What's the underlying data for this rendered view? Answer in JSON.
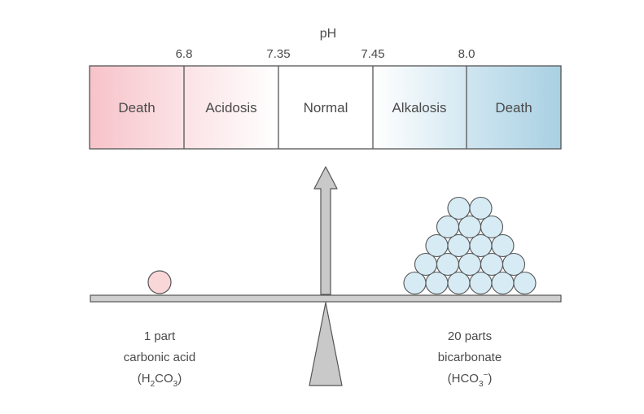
{
  "scale": {
    "title": "pH",
    "ticks": [
      "6.8",
      "7.35",
      "7.45",
      "8.0"
    ],
    "zones": [
      "Death",
      "Acidosis",
      "Normal",
      "Alkalosis",
      "Death"
    ]
  },
  "left_side": {
    "line1": "1 part",
    "line2": "carbonic acid",
    "formula": {
      "open": "(H",
      "sub1": "2",
      "mid": "CO",
      "sub2": "3",
      "close": ")"
    },
    "ball_count": 1
  },
  "right_side": {
    "line1": "20 parts",
    "line2": "bicarbonate",
    "formula": {
      "open": "(HCO",
      "sub": "3",
      "sup": "−",
      "close": ")"
    },
    "pyramid_rows": [
      6,
      5,
      4,
      3,
      2
    ]
  },
  "colors": {
    "death_acid": "#f7c8cd",
    "death_base": "#b5d6e6",
    "beam": "#cfcfcf",
    "ball_left": "#f9d6d8",
    "ball_right": "#d7ebf5",
    "outline": "#555555"
  }
}
